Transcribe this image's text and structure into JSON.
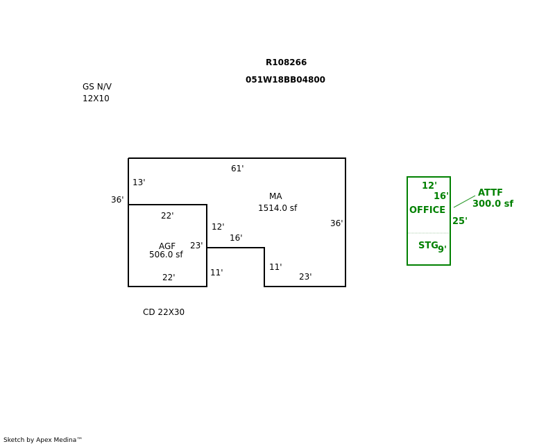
{
  "header": {
    "parcel_id": "R108266",
    "map_number": "051W18BB04800"
  },
  "notes": {
    "gs_label": "GS N/V",
    "gs_size": "12X10",
    "cd_label": "CD 22X30"
  },
  "areas": {
    "ma": {
      "name": "MA",
      "area": "1514.0 sf",
      "dims": {
        "top": "61'",
        "left_upper": "13'",
        "left_total": "36'",
        "right": "36'",
        "notch_top": "16'",
        "notch_left": "11'",
        "notch_right": "11'",
        "bottom_right": "23'",
        "agf_right_upper": "12'"
      }
    },
    "agf": {
      "name": "AGF",
      "area": "506.0 sf",
      "dims": {
        "top": "22'",
        "bottom": "22'",
        "right": "23'",
        "right_lower": "11'"
      }
    },
    "attf": {
      "name": "ATTF",
      "area": "300.0 sf",
      "office_label": "OFFICE",
      "storage_label": "STG",
      "dims": {
        "top": "12'",
        "office_side": "16'",
        "right": "25'",
        "storage_side": "9'"
      }
    }
  },
  "colors": {
    "outline": "#000000",
    "attf": "#008000",
    "divider": "#aaccaa"
  },
  "footer": {
    "credit": "Sketch by Apex Medina™"
  }
}
